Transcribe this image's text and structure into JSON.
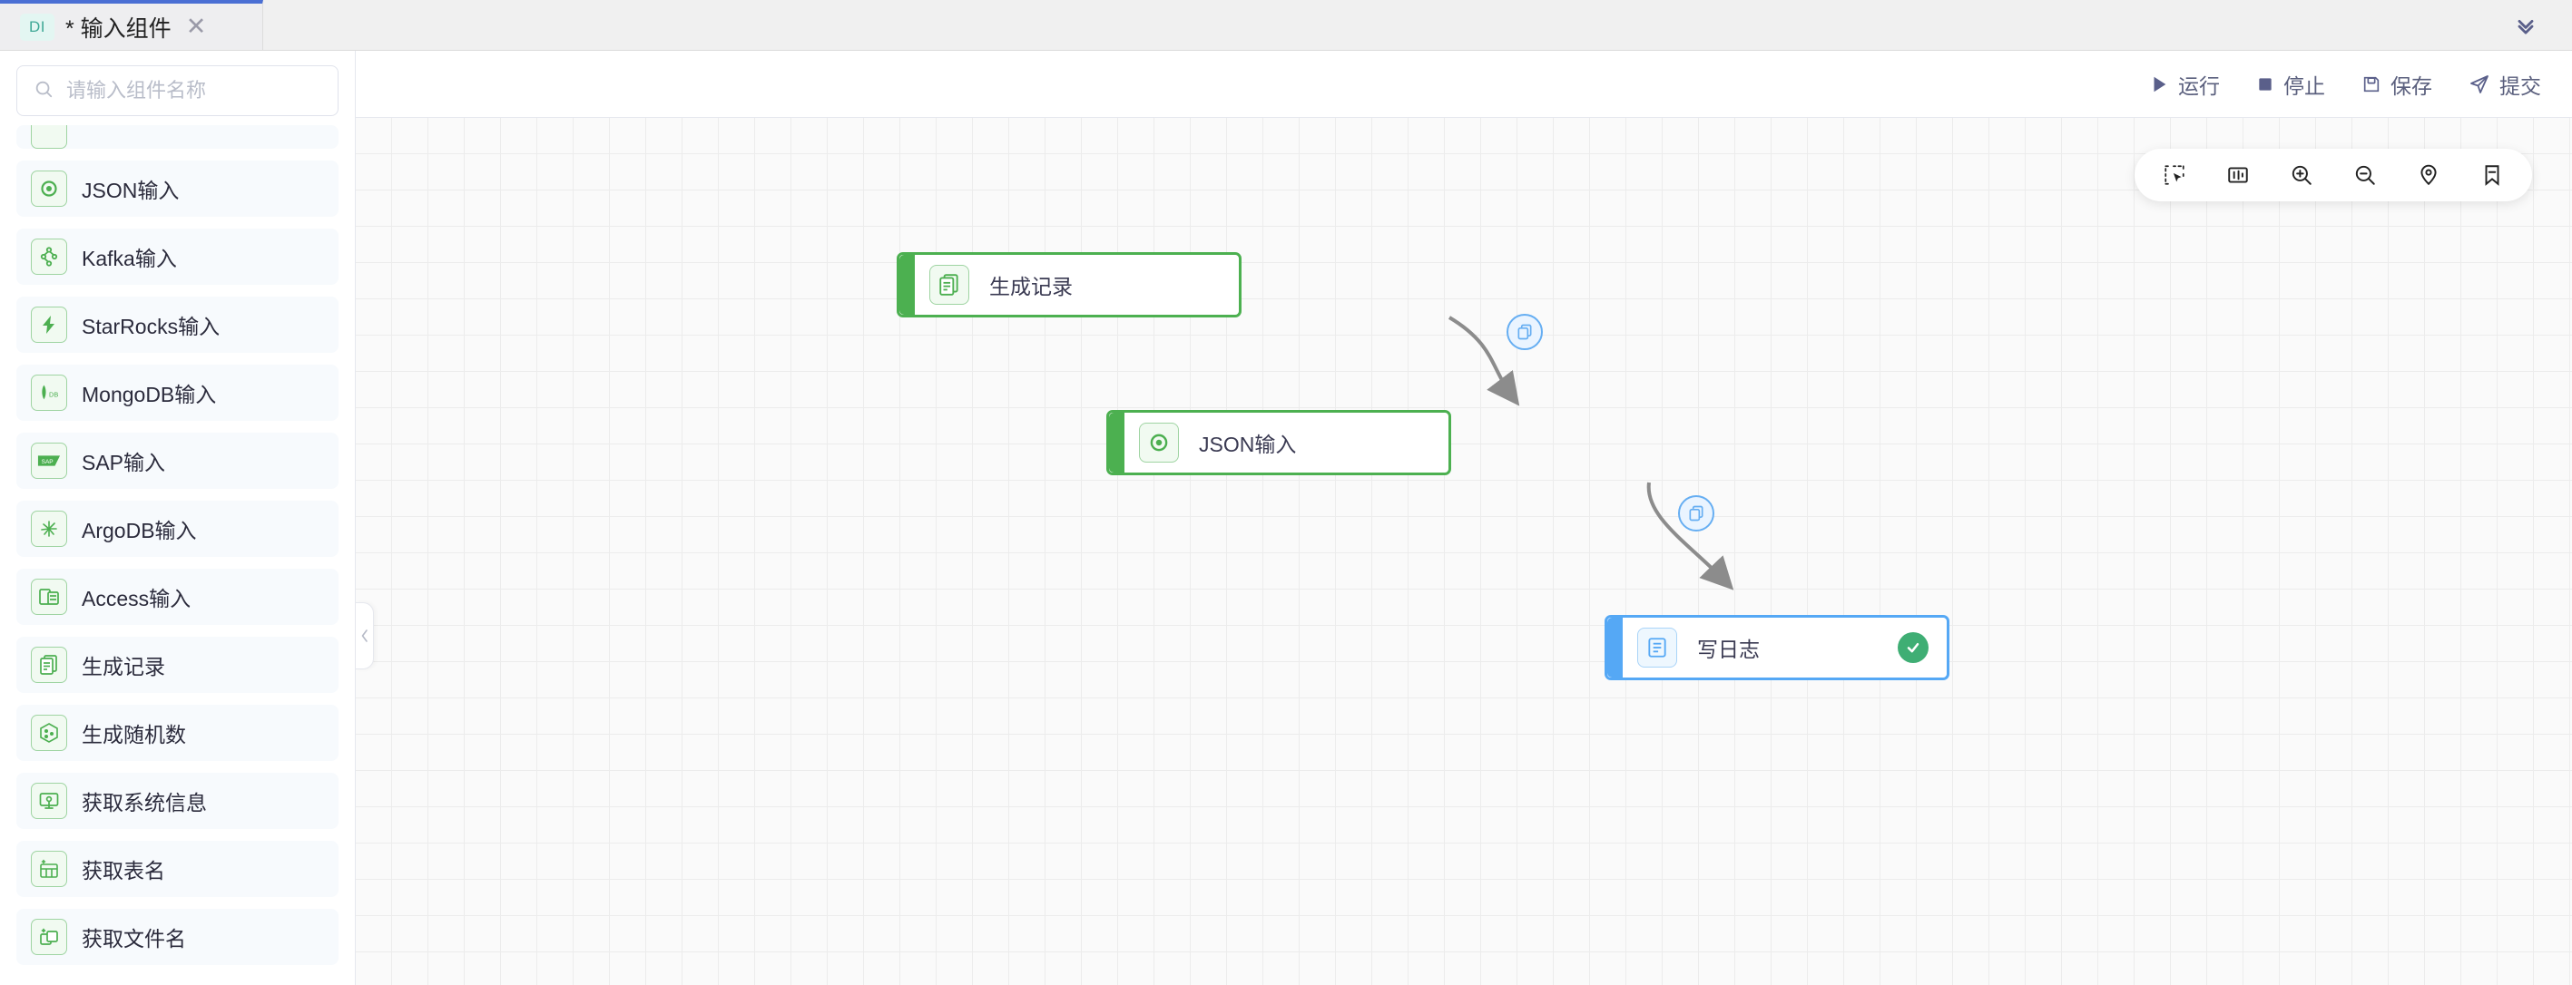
{
  "tab": {
    "badge": "DI",
    "title": "* 输入组件",
    "close_label": "✕"
  },
  "header": {
    "collapse_icon_name": "double-chevron-down-icon"
  },
  "sidebar": {
    "search": {
      "placeholder": "请输入组件名称",
      "value": "",
      "icon": "search-icon"
    },
    "items": [
      {
        "label": "",
        "icon": "clipped-item-icon",
        "clipped": true
      },
      {
        "label": "JSON输入",
        "icon": "json-icon"
      },
      {
        "label": "Kafka输入",
        "icon": "kafka-icon"
      },
      {
        "label": "StarRocks输入",
        "icon": "starrocks-icon"
      },
      {
        "label": "MongoDB输入",
        "icon": "mongodb-icon"
      },
      {
        "label": "SAP输入",
        "icon": "sap-icon"
      },
      {
        "label": "ArgoDB输入",
        "icon": "argodb-icon"
      },
      {
        "label": "Access输入",
        "icon": "access-icon"
      },
      {
        "label": "生成记录",
        "icon": "generate-record-icon"
      },
      {
        "label": "生成随机数",
        "icon": "random-number-icon"
      },
      {
        "label": "获取系统信息",
        "icon": "system-info-icon"
      },
      {
        "label": "获取表名",
        "icon": "table-name-icon"
      },
      {
        "label": "获取文件名",
        "icon": "file-name-icon"
      }
    ],
    "collapse_handle_icon": "chevron-left-icon"
  },
  "toolbar": {
    "buttons": [
      {
        "label": "运行",
        "icon": "play-icon"
      },
      {
        "label": "停止",
        "icon": "stop-icon"
      },
      {
        "label": "保存",
        "icon": "save-icon"
      },
      {
        "label": "提交",
        "icon": "submit-icon"
      }
    ]
  },
  "canvas": {
    "palette": [
      {
        "name": "select-tool",
        "icon": "marquee-select-icon"
      },
      {
        "name": "fit-view-tool",
        "icon": "fit-view-icon"
      },
      {
        "name": "zoom-in-tool",
        "icon": "zoom-in-icon"
      },
      {
        "name": "zoom-out-tool",
        "icon": "zoom-out-icon"
      },
      {
        "name": "locate-tool",
        "icon": "locate-pin-icon"
      },
      {
        "name": "bookmark-tool",
        "icon": "bookmark-minus-icon"
      }
    ],
    "nodes": [
      {
        "label": "生成记录",
        "icon": "generate-record-icon",
        "state": "green",
        "status": ""
      },
      {
        "label": "JSON输入",
        "icon": "json-icon",
        "state": "green",
        "status": ""
      },
      {
        "label": "写日志",
        "icon": "write-log-icon",
        "state": "blue",
        "status": "success"
      }
    ],
    "edges": [
      {
        "from": "生成记录",
        "to": "JSON输入",
        "badge_icon": "copy-icon"
      },
      {
        "from": "JSON输入",
        "to": "写日志",
        "badge_icon": "copy-icon"
      }
    ]
  },
  "colors": {
    "node_green": "#4cb050",
    "node_blue": "#55a8f5",
    "status_success": "#3fae74",
    "tab_accent": "#4a6fd4",
    "edge": "#8c8c8c"
  }
}
